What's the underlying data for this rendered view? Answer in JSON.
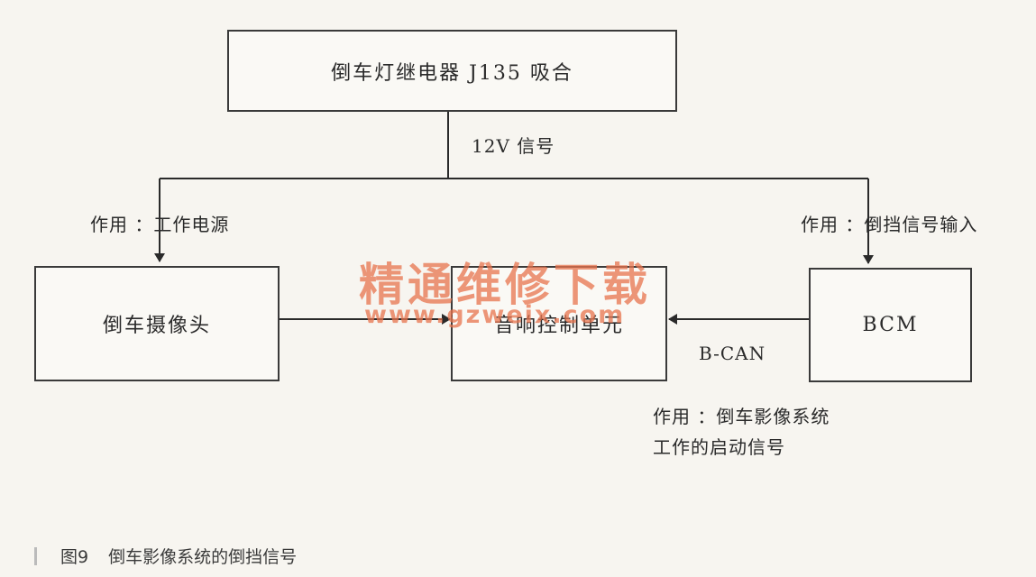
{
  "nodes": {
    "relay": "倒车灯继电器 J135 吸合",
    "camera": "倒车摄像头",
    "audio": "音响控制单元",
    "bcm": "BCM"
  },
  "labels": {
    "signal": "12V 信号",
    "left_use": "作用 ：工作电源",
    "right_use": "作用 ：倒挡信号输入",
    "bcan": "B-CAN",
    "bcm_note": "作用 ：倒车影像系统工作的启动信号"
  },
  "watermark": {
    "title": "精通维修下载",
    "url": "www.gzweix.com"
  },
  "caption": {
    "number": "图9",
    "text": "倒车影像系统的倒挡信号"
  }
}
